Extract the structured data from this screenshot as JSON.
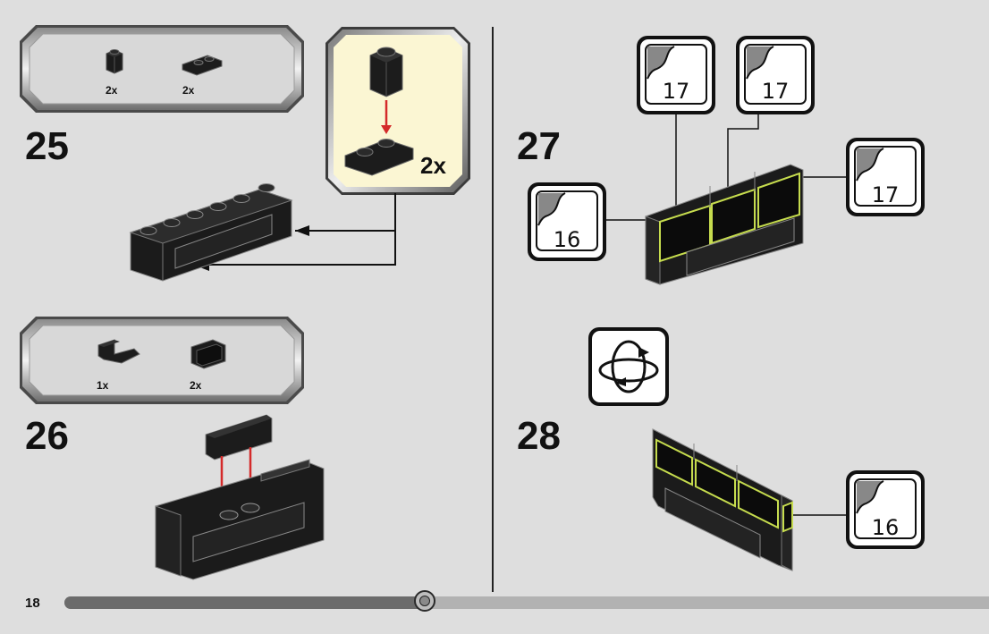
{
  "page_number": "18",
  "progress_fraction": 0.39,
  "colors": {
    "background": "#dedede",
    "brick": "#1b1b1b",
    "sticker_accent": "#c6dc4e",
    "arrow_red": "#d42a2a",
    "subassembly_bg": "#fbf6d3"
  },
  "steps": [
    {
      "number": "25",
      "parts": [
        {
          "icon": "brick-1x1-icon",
          "qty": "2x"
        },
        {
          "icon": "plate-1x2-icon",
          "qty": "2x"
        }
      ],
      "subassembly": {
        "multiplier": "2x"
      }
    },
    {
      "number": "26",
      "parts": [
        {
          "icon": "bracket-1x2-icon",
          "qty": "1x"
        },
        {
          "icon": "panel-1x2-icon",
          "qty": "2x"
        }
      ]
    },
    {
      "number": "27",
      "stickers": [
        {
          "label": "17"
        },
        {
          "label": "17"
        },
        {
          "label": "17"
        },
        {
          "label": "16"
        }
      ]
    },
    {
      "number": "28",
      "rotate_icon": "rotate-model-icon",
      "stickers": [
        {
          "label": "16"
        }
      ]
    }
  ]
}
